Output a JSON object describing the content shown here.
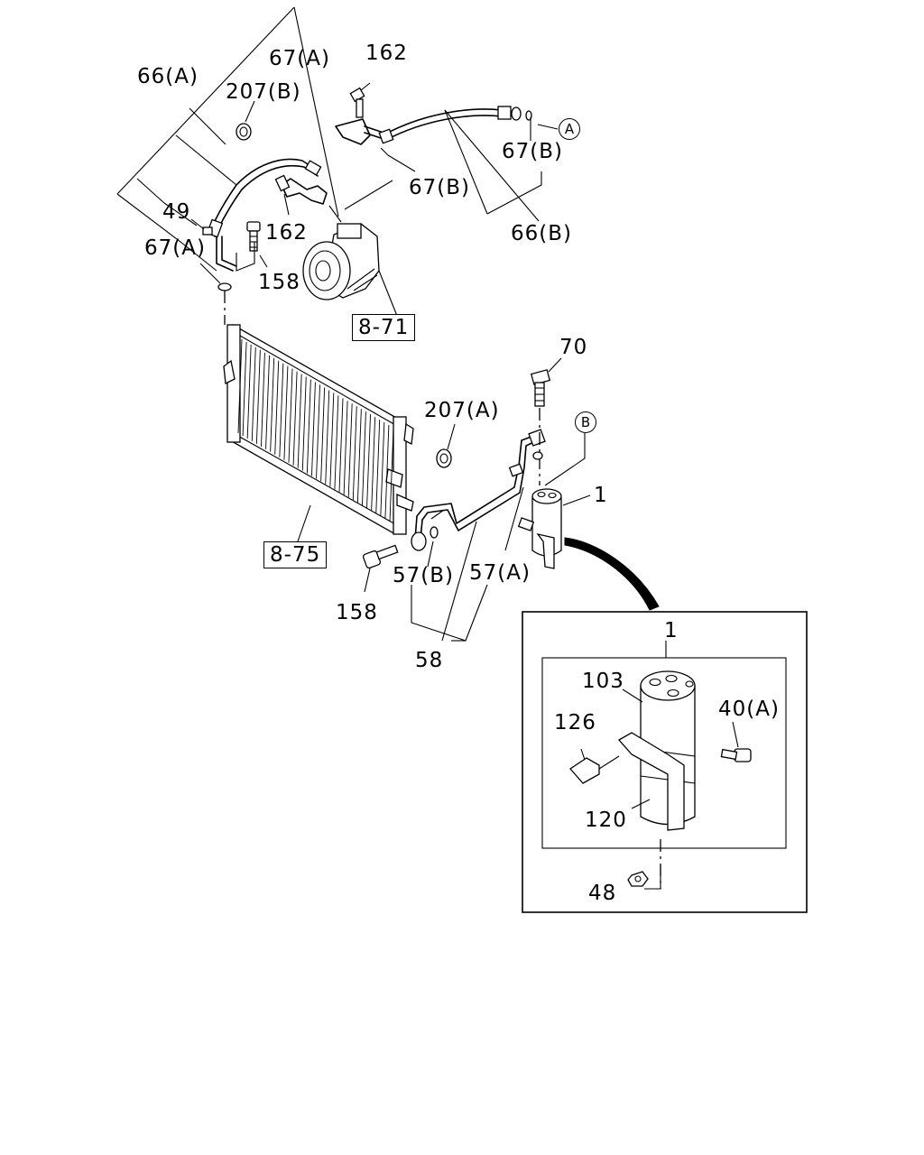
{
  "callouts": {
    "c66a": "66(A)",
    "c67a_top": "67(A)",
    "c162_top": "162",
    "c207b": "207(B)",
    "c67b_right": "67(B)",
    "c67b_mid": "67(B)",
    "c66b": "66(B)",
    "c49": "49",
    "c162_mid": "162",
    "c67a_left": "67(A)",
    "c158_top": "158",
    "c70": "70",
    "c207a": "207(A)",
    "c1": "1",
    "c57b": "57(B)",
    "c57a": "57(A)",
    "c158_bottom": "158",
    "c58": "58",
    "c1_detail": "1",
    "c103": "103",
    "c126": "126",
    "c40a": "40(A)",
    "c120": "120",
    "c48": "48"
  },
  "refs": {
    "ref_compressor": "8-71",
    "ref_condenser": "8-75"
  },
  "markers": {
    "marker_a": "A",
    "marker_b": "B"
  }
}
